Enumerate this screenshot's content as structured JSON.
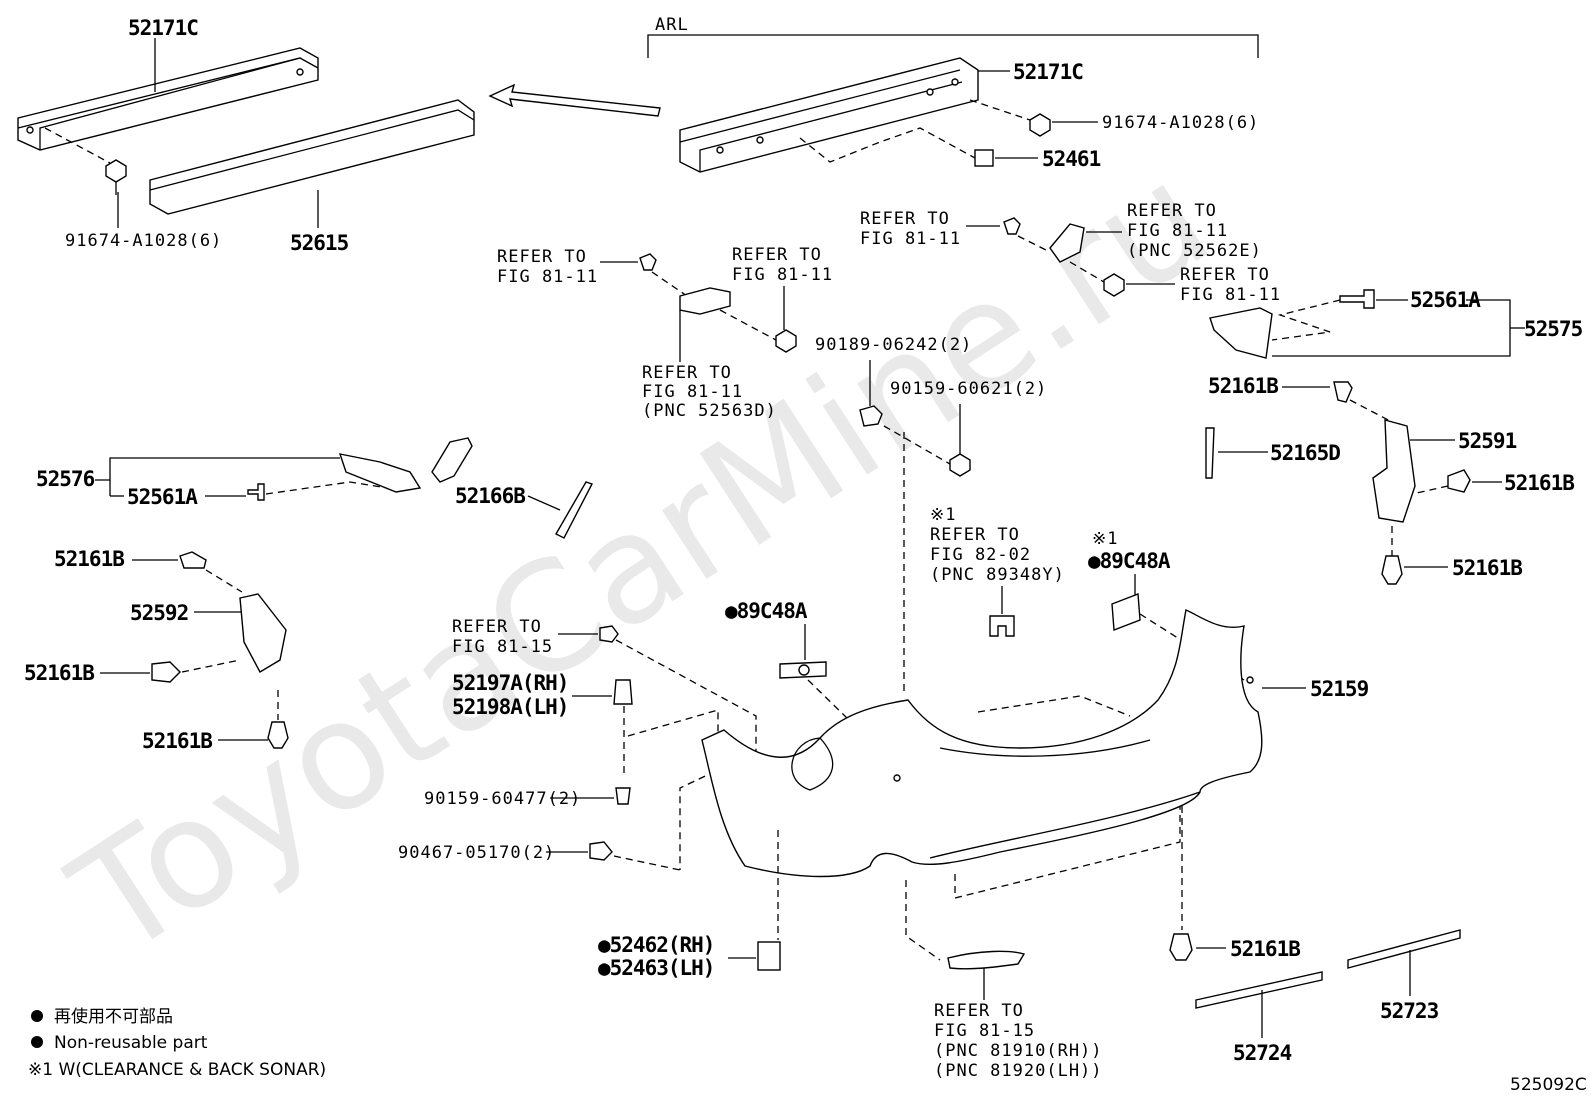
{
  "watermark": "ToyotaCarMine.ru",
  "diagram_code": "525092C",
  "group_label": "ARL",
  "legend": {
    "line1": "再使用不可部品",
    "line2": "Non-reusable part",
    "line3": "※1 W(CLEARANCE & BACK SONAR)"
  },
  "parts": {
    "reinf_left": "52171C",
    "reinf_right": "52171C",
    "bolt_left": "91674-A1028(6)",
    "bolt_right": "91674-A1028(6)",
    "absorber": "52615",
    "spacer": "52461",
    "retainer_set_left": "52576",
    "bolt_52561A_left": "52561A",
    "retainer_set_right": "52575",
    "bolt_52561A_right": "52561A",
    "seal_52166B": "52166B",
    "seal_52165D": "52165D",
    "bracket_52591": "52591",
    "bracket_52592": "52592",
    "clip_52161B_r1": "52161B",
    "clip_52161B_r2": "52161B",
    "clip_52161B_r3": "52161B",
    "clip_52161B_l1": "52161B",
    "clip_52161B_l2": "52161B",
    "clip_52161B_l3": "52161B",
    "clip_52161B_bottom": "52161B",
    "screw_90189": "90189-06242(2)",
    "screw_90159_60621": "90159-60621(2)",
    "nut_rh": "52197A(RH)",
    "nut_lh": "52198A(LH)",
    "screw_90159_60477": "90159-60477(2)",
    "clip_90467": "90467-05170(2)",
    "cover": "52159",
    "sonar_left_mark": "※1",
    "sonar_left": "●89C48A",
    "sonar_right_mark": "※1",
    "sonar_right": "●89C48A",
    "cap_rh": "●52462(RH)",
    "cap_lh": "●52463(LH)",
    "moulding_52724": "52724",
    "moulding_52723": "52723"
  },
  "refs": {
    "r1": [
      "REFER TO",
      "FIG 81-11"
    ],
    "r2": [
      "REFER TO",
      "FIG 81-11"
    ],
    "r3": [
      "REFER TO",
      "FIG 81-11",
      "(PNC 52563D)"
    ],
    "r4": [
      "REFER TO",
      "FIG 81-11"
    ],
    "r5": [
      "REFER TO",
      "FIG 81-11",
      "(PNC 52562E)"
    ],
    "r6": [
      "REFER TO",
      "FIG 81-11"
    ],
    "r7": [
      "※1",
      "REFER TO",
      "FIG 82-02",
      "(PNC 89348Y)"
    ],
    "r8": [
      "REFER TO",
      "FIG 81-15"
    ],
    "r9": [
      "REFER TO",
      "FIG 81-15",
      "(PNC 81910(RH))",
      "(PNC 81920(LH))"
    ]
  }
}
